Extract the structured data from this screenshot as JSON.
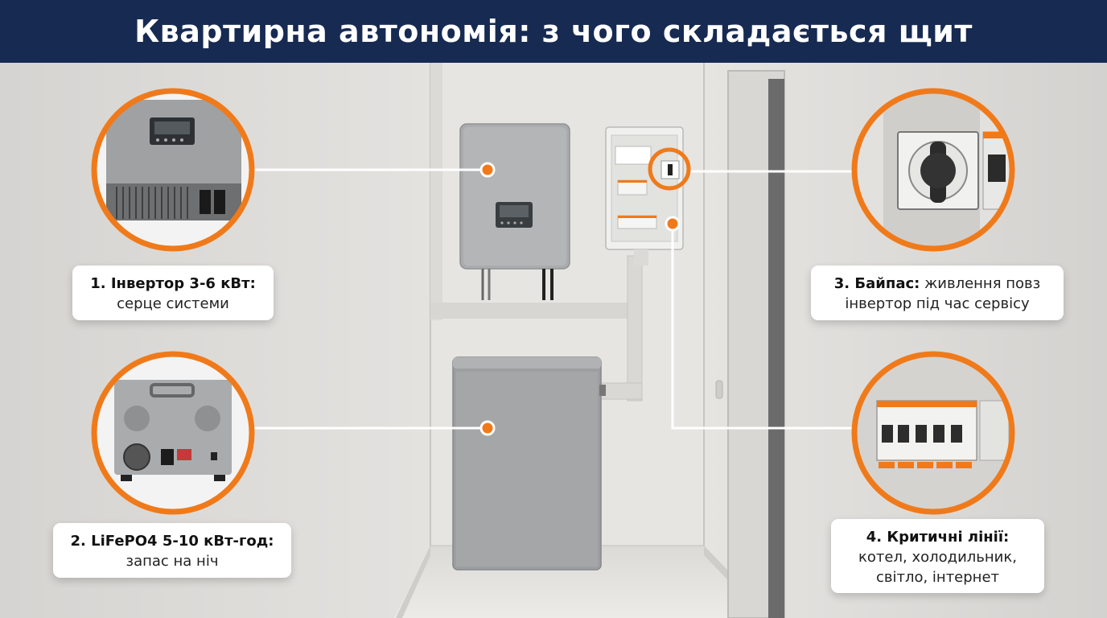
{
  "title": "Квартирна автономія: з чого складається щит",
  "accent_color": "#f07a1a",
  "header_color": "#162a52",
  "callouts": [
    {
      "number_title": "1. Інвертор 3-6 кВт:",
      "line1": "серце системи",
      "line2": "",
      "icon": "inverter-icon"
    },
    {
      "number_title": "2. LiFePO4 5-10 кВт-год:",
      "line1": "запас на ніч",
      "line2": "",
      "icon": "battery-icon"
    },
    {
      "number_title": "3. Байпас:",
      "line1": " живлення повз",
      "line2": "інвертор під час сервісу",
      "icon": "bypass-switch-icon"
    },
    {
      "number_title": "4. Критичні лінії:",
      "line1": "котел, холодильник,",
      "line2": "світло, інтернет",
      "icon": "circuit-breaker-icon"
    }
  ]
}
